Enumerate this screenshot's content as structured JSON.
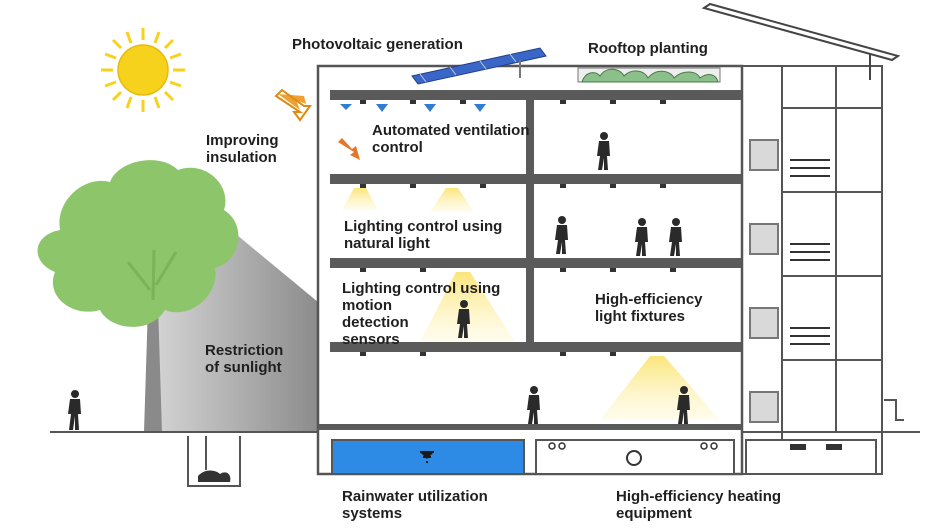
{
  "labels": {
    "photovoltaic": "Photovoltaic generation",
    "rooftop": "Rooftop planting",
    "ventilation": "Automated ventilation\ncontrol",
    "insulation": "Improving\ninsulation",
    "natural_light": "Lighting control using\nnatural light",
    "motion": "Lighting control using\nmotion\ndetection\nsensors",
    "fixtures": "High-efficiency\nlight fixtures",
    "sunlight": "Restriction\nof sunlight",
    "rainwater": "Rainwater utilization\nsystems",
    "heating": "High-efficiency heating\nequipment"
  },
  "colors": {
    "sun": "#f7d21c",
    "tree": "#8dc56a",
    "trunk": "#8a8a8a",
    "solar_panel": "#3a66c8",
    "water": "#2d8be6",
    "light_cone": "#fbe57a",
    "arrow": "#f0a030",
    "slab": "#5a5a5a"
  }
}
